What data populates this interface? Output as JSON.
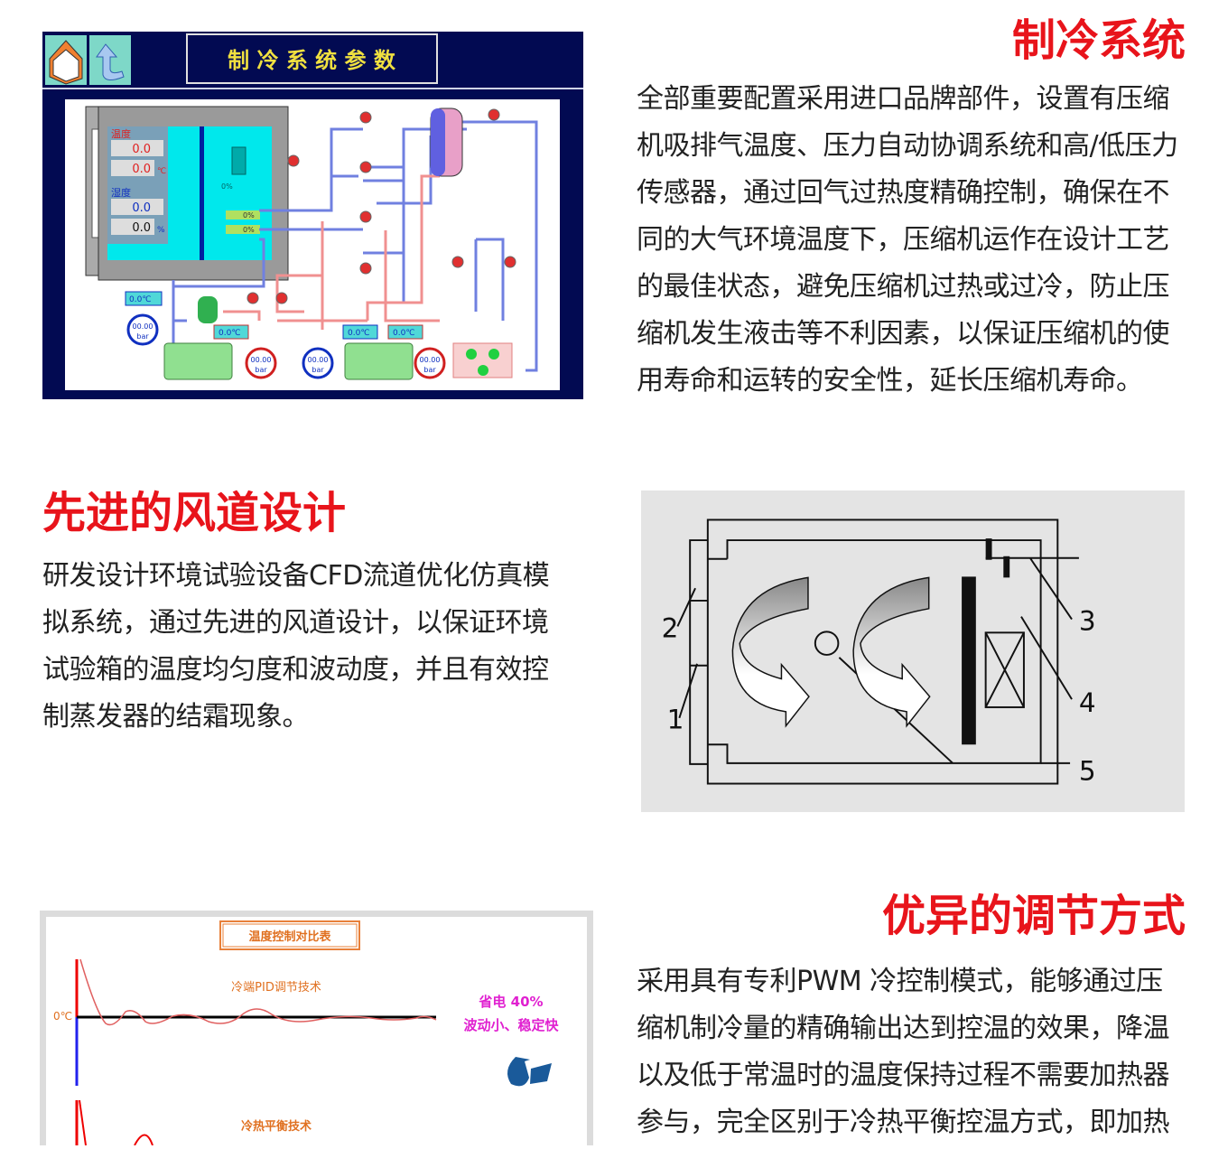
{
  "sections": {
    "refrigeration": {
      "title": "制冷系统",
      "lines": [
        "全部重要配置采用进口品牌部件，设置有压缩",
        "机吸排气温度、压力自动协调系统和高/低压力",
        "传感器，通过回气过热度精确控制，确保在不",
        "同的大气环境温度下，压缩机运作在设计工艺",
        "的最佳状态，避免压缩机过热或过冷，防止压",
        "缩机发生液击等不利因素，以保证压缩机的使",
        "用寿命和运转的安全性，延长压缩机寿命。"
      ]
    },
    "airduct": {
      "title": "先进的风道设计",
      "lines": [
        "研发设计环境试验设备CFD流道优化仿真模",
        "拟系统，通过先进的风道设计，以保证环境",
        "试验箱的温度均匀度和波动度，并且有效控",
        "制蒸发器的结霜现象。"
      ]
    },
    "control": {
      "title": "优异的调节方式",
      "lines": [
        "采用具有专利PWM  冷控制模式，能够通过压",
        "缩机制冷量的精确输出达到控温的效果，降温",
        "以及低于常温时的温度保持过程不需要加热器",
        "参与，完全区别于冷热平衡控温方式，即加热"
      ]
    }
  },
  "hmi": {
    "header_title": "制 冷 系 统 参 数",
    "home_icon": "home-icon",
    "back_icon": "back-arrow-icon",
    "temp_label": "温度",
    "temp_value_1": "0.0",
    "temp_value_2": "0.0",
    "temp_unit": "℃",
    "hum_label": "湿度",
    "hum_value_1": "0.0",
    "hum_value_2": "0.0",
    "hum_unit": "%",
    "fan_pct": "0%",
    "heater1_pct": "0%",
    "heater2_pct": "0%",
    "temp_readout": "0.0℃",
    "pressure_value": "00.00",
    "pressure_unit": "bar"
  },
  "airflow_diagram": {
    "labels": [
      "1",
      "2",
      "3",
      "4",
      "5"
    ]
  },
  "comparison_chart": {
    "title": "温度控制对比表",
    "zero_label": "0℃",
    "series1_label": "冷端PID调节技术",
    "series2_label": "冷热平衡技术",
    "note1": "省电 40%",
    "note2": "波动小、稳定快",
    "colors": {
      "curve": "#e06060",
      "note": "#e020d0",
      "label": "#e07020"
    }
  }
}
